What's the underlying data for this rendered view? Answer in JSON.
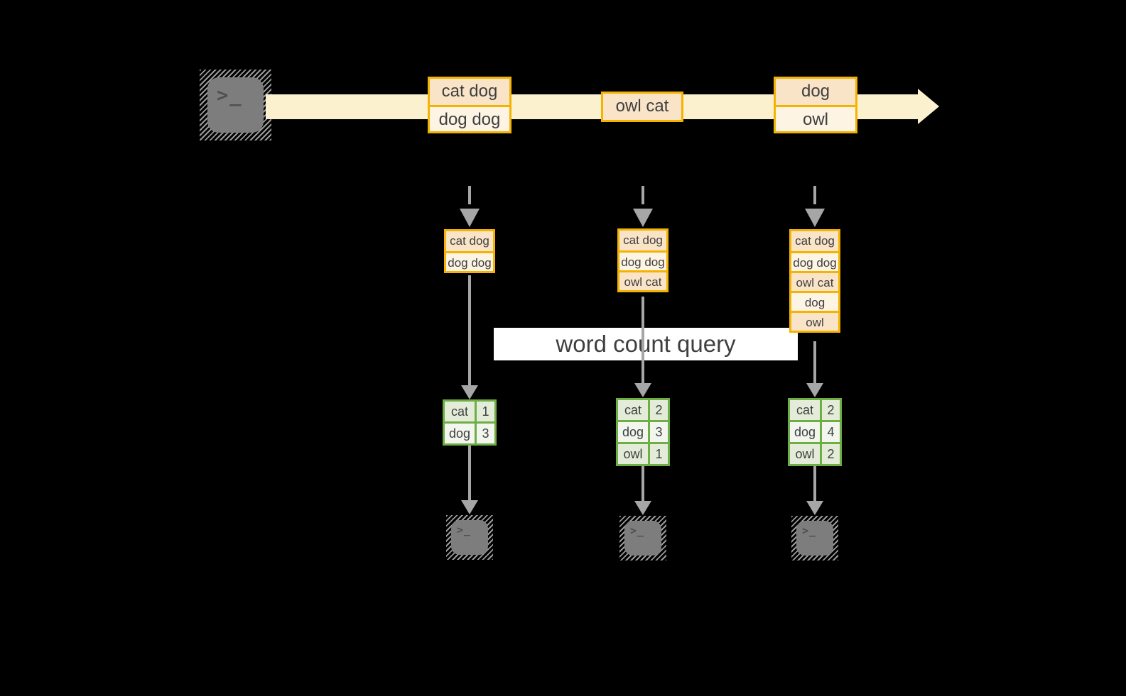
{
  "query_label": {
    "text": "word count query"
  },
  "icons": {
    "terminal_prompt": ">_",
    "stream_arrow": "right-arrow",
    "flow_arrow": "down-arrow"
  },
  "colors": {
    "bg": "#000000",
    "stream_fill": "#fcf1cf",
    "accent": "#f3b300",
    "row_peach": "#fae4c8",
    "row_cream": "#fdf4e4",
    "green_border": "#6fae44",
    "green_cell_a": "#e3ecd9",
    "green_cell_b": "#f2f6ee",
    "arrow_gray": "#a6a6a6",
    "icon_gray": "#7d7d7d",
    "text_dark": "#3f3f3f",
    "label_bg": "#ffffff"
  },
  "stream": {
    "batches": [
      {
        "messages": [
          "cat dog",
          "dog dog"
        ]
      },
      {
        "messages": [
          "owl cat"
        ]
      },
      {
        "messages": [
          "dog",
          "owl"
        ]
      }
    ]
  },
  "columns": [
    {
      "buffered_messages": [
        "cat dog",
        "dog dog"
      ],
      "word_counts": [
        {
          "word": "cat",
          "count": 1
        },
        {
          "word": "dog",
          "count": 3
        }
      ]
    },
    {
      "buffered_messages": [
        "cat dog",
        "dog dog",
        "owl cat"
      ],
      "word_counts": [
        {
          "word": "cat",
          "count": 2
        },
        {
          "word": "dog",
          "count": 3
        },
        {
          "word": "owl",
          "count": 1
        }
      ]
    },
    {
      "buffered_messages": [
        "cat dog",
        "dog dog",
        "owl cat",
        "dog",
        "owl"
      ],
      "word_counts": [
        {
          "word": "cat",
          "count": 2
        },
        {
          "word": "dog",
          "count": 4
        },
        {
          "word": "owl",
          "count": 2
        }
      ]
    }
  ]
}
